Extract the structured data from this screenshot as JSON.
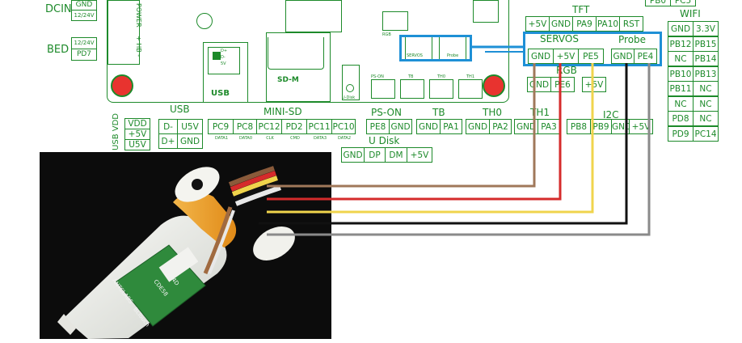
{
  "colors": {
    "green": "#1d8a2a",
    "blue_highlight": "#1e90d6",
    "wire_brown": "#a0785a",
    "wire_red": "#d52b2b",
    "wire_yellow": "#f0d44c",
    "wire_black": "#111111",
    "wire_gray": "#8a8a8a"
  },
  "board": {
    "dcin_label": "DCIN",
    "dcin_pins": [
      "GND",
      "12/24V"
    ],
    "bed_label": "BED",
    "bed_pins": [
      "12/24V",
      "PD7"
    ],
    "power_label": "POWER",
    "hb_label": "+ HB -",
    "usb_label": "USB",
    "sdm_label": "SD-M",
    "udisk_label": "U-Disk",
    "servos_silk": "SERVOS",
    "probe_silk": "Probe",
    "pson_silk": "PS-ON",
    "tb_silk": "TB",
    "th0_silk": "TH0",
    "th1_silk": "TH1",
    "rgb_silk": "RGB",
    "chip_labels": [
      "D+",
      "D-",
      "5V"
    ]
  },
  "top_right_pins": [
    "PB0",
    "PC5"
  ],
  "tft": {
    "title": "TFT",
    "pins": [
      "+5V",
      "GND",
      "PA9",
      "PA10",
      "RST"
    ]
  },
  "wifi": {
    "title": "WIFI",
    "rows": [
      [
        "GND",
        "3.3V"
      ],
      [
        "PB12",
        "PB15"
      ],
      [
        "NC",
        "PB14"
      ],
      [
        "PB10",
        "PB13"
      ],
      [
        "PB11",
        "NC"
      ],
      [
        "NC",
        "NC"
      ],
      [
        "PD8",
        "NC"
      ],
      [
        "PD9",
        "PC14"
      ]
    ]
  },
  "servos": {
    "title": "SERVOS",
    "pins": [
      "GND",
      "+5V",
      "PE5"
    ]
  },
  "probe": {
    "title": "Probe",
    "pins": [
      "GND",
      "PE4"
    ]
  },
  "rgb": {
    "title": "RGB",
    "pins": [
      "GND",
      "PE6",
      "+5V"
    ]
  },
  "usb_vdd": {
    "side_label": "USB VDD",
    "pins": [
      "VDD",
      "+5V",
      "U5V"
    ]
  },
  "usb": {
    "title": "USB",
    "pins": [
      [
        "D-",
        "U5V"
      ],
      [
        "D+",
        "GND"
      ]
    ]
  },
  "minisd": {
    "title": "MINI-SD",
    "pins": [
      "PC9",
      "PC8",
      "PC12",
      "PD2",
      "PC11",
      "PC10"
    ],
    "subs": [
      "DATA1",
      "DATA0",
      "CLK",
      "CMD",
      "DATA3",
      "DATA2"
    ]
  },
  "pson": {
    "title": "PS-ON",
    "pins": [
      "PE8",
      "GND"
    ]
  },
  "tb": {
    "title": "TB",
    "pins": [
      "GND",
      "PA1"
    ]
  },
  "th0": {
    "title": "TH0",
    "pins": [
      "GND",
      "PA2"
    ]
  },
  "th1": {
    "title": "TH1",
    "pins": [
      "GND",
      "PA3"
    ]
  },
  "i2c": {
    "title": "I2C",
    "pins": [
      "PB8",
      "PB9",
      "GND",
      "+5V"
    ]
  },
  "udisk": {
    "title": "U Disk",
    "pins": [
      "GND",
      "DP",
      "DM",
      "+5V"
    ]
  },
  "photo": {
    "label_lines": [
      "9DM4D",
      "CDE58",
      "BLTouch",
      "ANTCLABS"
    ]
  },
  "wires": [
    {
      "from": "photo",
      "to": "servos.GND",
      "color": "brown"
    },
    {
      "from": "photo",
      "to": "servos.+5V",
      "color": "red"
    },
    {
      "from": "photo",
      "to": "servos.PE5",
      "color": "yellow"
    },
    {
      "from": "photo",
      "to": "probe.GND",
      "color": "black"
    },
    {
      "from": "photo",
      "to": "probe.PE4",
      "color": "gray"
    }
  ]
}
